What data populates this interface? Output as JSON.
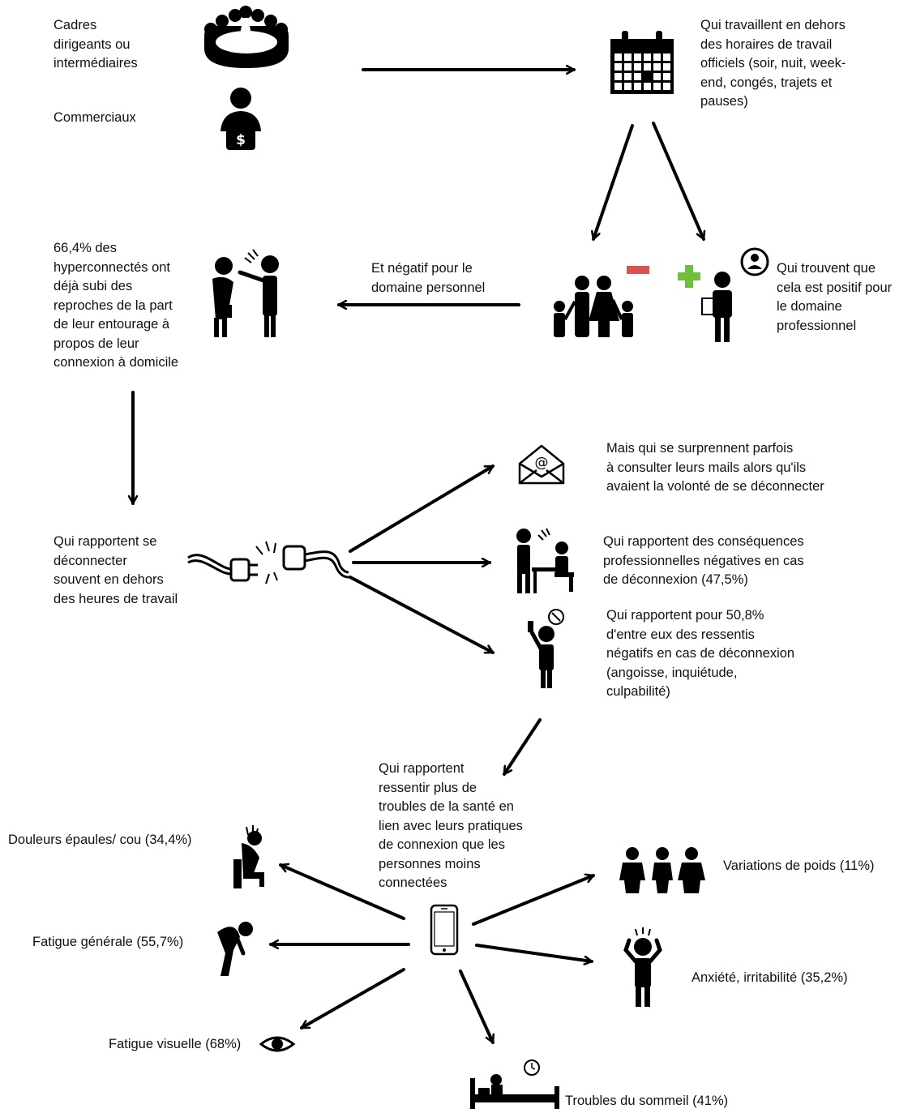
{
  "texts": {
    "cadres": "Cadres\ndirigeants ou\nintermédiaires",
    "commerciaux": "Commerciaux",
    "hors_horaires": "Qui travaillent en dehors\ndes horaires de travail\nofficiels (soir, nuit, week-\nend, congés, trajets et\npauses)",
    "positif_pro": "Qui trouvent que\ncela est positif pour\nle domaine\nprofessionnel",
    "negatif_perso": "Et négatif pour le\ndomaine personnel",
    "reproches": "66,4% des\nhyperconnectés ont\ndéjà subi des\nreproches de la part\nde leur entourage à\npropos de leur\nconnexion à domicile",
    "deconnecter": "Qui rapportent se\ndéconnecter\nsouvent en dehors\ndes heures de travail",
    "mails": "Mais qui se surprennent parfois\nà consulter leurs mails alors qu'ils\navaient la volonté de se déconnecter",
    "consequences": "Qui rapportent des conséquences\nprofessionnelles négatives en cas\nde déconnexion (47,5%)",
    "ressentis": "Qui rapportent pour 50,8%\nd'entre eux des ressentis\nnégatifs en cas de déconnexion\n(angoisse, inquiétude,\nculpabilité)",
    "troubles_sante": "Qui rapportent\nressentir plus de\ntroubles de la santé en\nlien avec leurs pratiques\nde connexion que les\npersonnes moins\nconnectées",
    "douleurs": "Douleurs épaules/ cou (34,4%)",
    "fatigue_generale": "Fatigue générale (55,7%)",
    "fatigue_visuelle": "Fatigue visuelle (68%)",
    "poids": "Variations de poids (11%)",
    "anxiete": "Anxiété, irritabilité (35,2%)",
    "sommeil": "Troubles du sommeil (41%)"
  },
  "icons": {
    "meeting": "meeting-table-icon",
    "salesman": "salesman-icon",
    "calendar": "calendar-icon",
    "family": "family-icon",
    "minus": "minus-sign-icon",
    "plus": "plus-sign-icon",
    "professional": "professional-phone-icon",
    "reproach": "reproach-icon",
    "plug": "unplugged-cable-icon",
    "mail": "mail-envelope-icon",
    "desk": "boss-desk-icon",
    "worried": "worried-phone-icon",
    "phone": "smartphone-icon",
    "neck_pain": "neck-pain-icon",
    "tired": "tired-person-icon",
    "eye": "eye-icon",
    "weight": "weight-variation-icon",
    "anxiety": "anxious-person-icon",
    "sleep": "sleep-trouble-icon"
  },
  "colors": {
    "minus": "#d9534f",
    "plus": "#6fbf3f",
    "ink": "#000000"
  }
}
